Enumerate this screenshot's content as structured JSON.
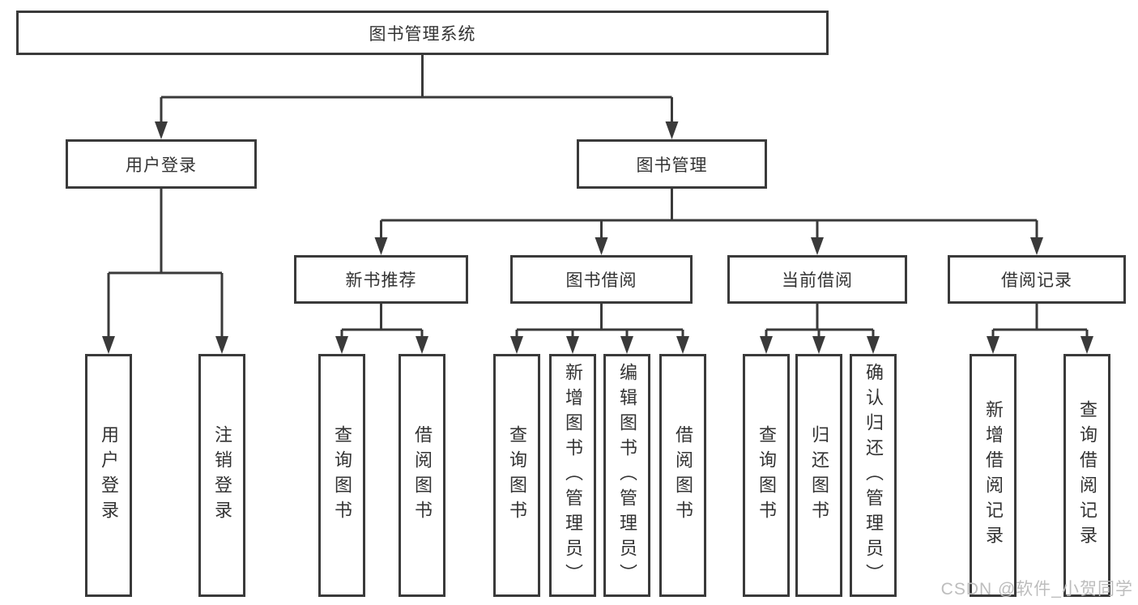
{
  "nodes": {
    "root": "图书管理系统",
    "user_login": "用户登录",
    "book_mgmt": "图书管理",
    "new_book_rec": "新书推荐",
    "book_borrow": "图书借阅",
    "current_borrow": "当前借阅",
    "borrow_records": "借阅记录",
    "leaf_user_login": "用户登录",
    "leaf_logout": "注销登录",
    "leaf_query_book_rec": "查询图书",
    "leaf_borrow_book_rec": "借阅图书",
    "leaf_query_book_borrow": "查询图书",
    "leaf_add_book_admin": "新增图书（管理员）",
    "leaf_edit_book_admin": "编辑图书（管理员）",
    "leaf_borrow_book_borrow": "借阅图书",
    "leaf_query_book_current": "查询图书",
    "leaf_return_book": "归还图书",
    "leaf_confirm_return_admin": "确认归还（管理员）",
    "leaf_add_borrow_record": "新增借阅记录",
    "leaf_query_borrow_record": "查询借阅记录"
  },
  "watermark": "CSDN @软件_小贺同学",
  "colors": {
    "line": "#3a3a3a",
    "text": "#333333",
    "background": "#ffffff",
    "watermark": "#bdbdbd"
  }
}
